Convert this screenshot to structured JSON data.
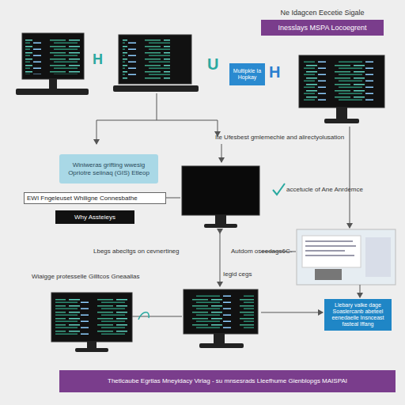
{
  "diagram": {
    "nodes": [
      {
        "text": [
          "Ne Idagcen Eecetie Sigale",
          "Inesslays MSPA Locoegrent"
        ]
      },
      {
        "text": [
          "Multipkle Ia Hopkay"
        ]
      },
      {
        "text": [
          "Winiweras grifting wwesig Opriotre seiinaq (GIS) Etleop"
        ]
      },
      {
        "text": [
          "EWI Fngeleuset Whiligne Connesbathe"
        ]
      },
      {
        "text": [
          "Why Assteieys"
        ]
      },
      {
        "text": [
          "Llebary valke dage Soaslercanb abeteel eenedaelle Insnceast fasteal Iffang"
        ]
      },
      {
        "text": [
          "Thetlcaube Egrtlas Mneyidacy Virlag - su mnsesrads Lleefhume Gienblopgs MAISPAI"
        ]
      }
    ],
    "labels": [
      "H",
      "U",
      "H",
      "Ite Ufesbest gmlemechie and alirectyolusation",
      "accetucle of Ane Anrdemce",
      "Lbegs abecltgs on cevnertineg",
      "Autdom oseedags6C-",
      "Iegid cegs",
      "Wiaigge protesselle Gilltcos Gneaallas"
    ]
  }
}
